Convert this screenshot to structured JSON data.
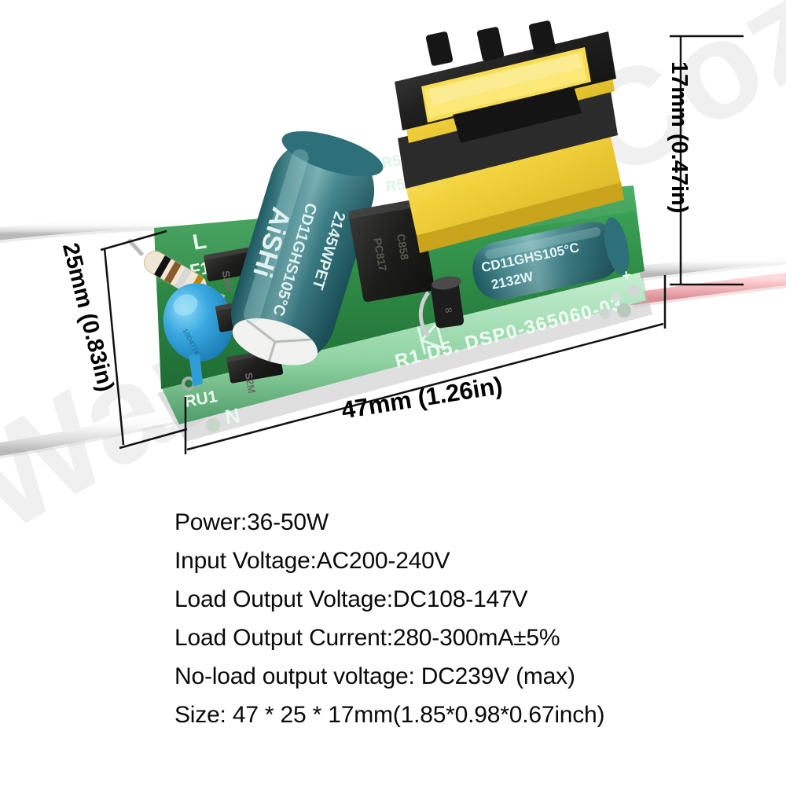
{
  "image": {
    "type": "product-photo",
    "subject": "LED driver power supply circuit board",
    "background_color": "#ffffff"
  },
  "watermark": {
    "text": "Warm and Cozy",
    "color": "#f0f0f0"
  },
  "dimensions": {
    "width": {
      "label": "47mm  (1.26in)",
      "mm": 47,
      "inch": 1.26,
      "axis": "length"
    },
    "height": {
      "label": "25mm  (0.83in)",
      "mm": 25,
      "inch": 0.83,
      "axis": "width"
    },
    "depth": {
      "label": "17mm  (0.47in)",
      "mm": 17,
      "inch": 0.47,
      "axis": "height"
    }
  },
  "board": {
    "pcb_color": "#2e8b45",
    "silkscreen": {
      "part_number": "R1 D5. DSP0-365060-03",
      "line_terminal": "L",
      "neutral_terminal": "N",
      "fuse_designator": "F1",
      "resistor_designator": "RU1",
      "output_positive": "+",
      "diodes": "S2M",
      "resistors_top": "R52",
      "resistors_top2": "R51"
    },
    "components": {
      "main_capacitor": {
        "brand": "AiSHi",
        "marking": "CD11GHS105°C  2145WPET",
        "color": "#2f6b72"
      },
      "output_capacitor": {
        "marking": "CD11GHS105°C  2132W",
        "color": "#2f6b72"
      },
      "transformer": {
        "color": "#f2d23c",
        "core_color": "#1a1a1a"
      },
      "varistor": {
        "color": "#3aa8e0"
      },
      "ic": {
        "color": "#20201f"
      }
    },
    "wires": {
      "input": {
        "color": "#f4f4f4",
        "name": "input-wire-white"
      },
      "output_pink": {
        "color": "#f5b9bd",
        "name": "output-wire-pink"
      },
      "output_white": {
        "color": "#f7f7f7",
        "name": "output-wire-white"
      }
    }
  },
  "specs": {
    "lines": [
      "Power:36-50W",
      "Input Voltage:AC200-240V",
      "Load Output Voltage:DC108-147V",
      "Load Output Current:280-300mA±5%",
      "No-load output voltage: DC239V (max)",
      "Size: 47 * 25 * 17mm(1.85*0.98*0.67inch)"
    ],
    "power": "Power:36-50W",
    "input_voltage": "Input Voltage:AC200-240V",
    "load_output_voltage": "Load Output Voltage:DC108-147V",
    "load_output_current": "Load Output Current:280-300mA±5%",
    "no_load_output_voltage": "No-load output voltage: DC239V (max)",
    "size": "Size: 47 * 25 * 17mm(1.85*0.98*0.67inch)"
  }
}
